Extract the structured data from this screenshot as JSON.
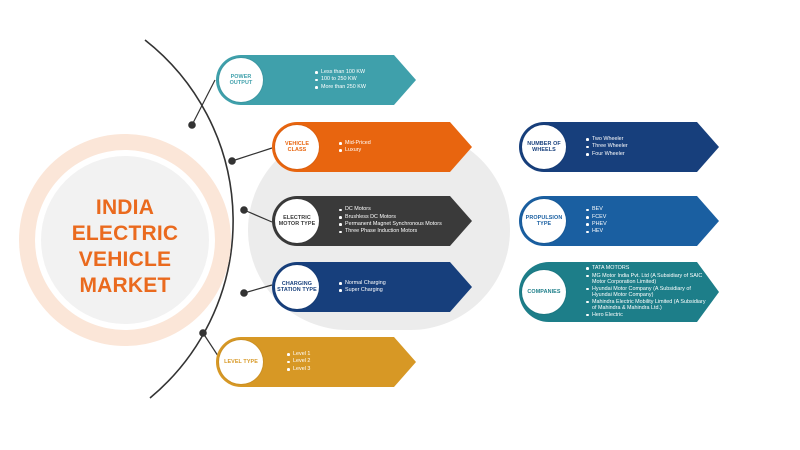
{
  "title": "INDIA ELECTRIC VEHICLE MARKET",
  "colors": {
    "orange": "#e8650f",
    "teal": "#3fa0ab",
    "dark": "#3a3a3a",
    "navy": "#173f7c",
    "gold": "#d79825",
    "blue": "#1a5fa1",
    "title": "#ea6a1e"
  },
  "segments": [
    {
      "key": "power",
      "label": "POWER OUTPUT",
      "color": "#3fa0ab",
      "items": [
        "Less than 100 KW",
        "100 to 250 KW",
        "More than 250 KW"
      ]
    },
    {
      "key": "vehicle",
      "label": "VEHICLE CLASS",
      "color": "#e8650f",
      "items": [
        "Mid-Priced",
        "Luxury"
      ]
    },
    {
      "key": "motor",
      "label": "ELECTRIC MOTOR TYPE",
      "color": "#3a3a3a",
      "items": [
        "DC Motors",
        "Brushless DC Motors",
        "Permanent Magnet Synchronous Motors",
        "Three Phase Induction Motors"
      ]
    },
    {
      "key": "charging",
      "label": "CHARGING STATION TYPE",
      "color": "#173f7c",
      "items": [
        "Normal Charging",
        "Super Charging"
      ]
    },
    {
      "key": "level",
      "label": "LEVEL TYPE",
      "color": "#d79825",
      "items": [
        "Level 1",
        "Level 2",
        "Level 3"
      ]
    },
    {
      "key": "wheels",
      "label": "NUMBER OF WHEELS",
      "color": "#173f7c",
      "items": [
        "Two Wheeler",
        "Three Wheeler",
        "Four Wheeler"
      ]
    },
    {
      "key": "propulsion",
      "label": "PROPULSION TYPE",
      "color": "#1a5fa1",
      "items": [
        "BEV",
        "FCEV",
        "PHEV",
        "HEV"
      ]
    },
    {
      "key": "companies",
      "label": "COMPANIES",
      "color": "#1d7e89",
      "items": [
        "TATA MOTORS",
        "MG Motor India Pvt. Ltd (A Subsidiary of SAIC Motor Corporation Limited)",
        "Hyundai Motor Company (A Subsidiary of Hyundai Motor Company)",
        "Mahindra Electric Mobility Limited (A Subsidiary of Mahindra & Mahindra Ltd.)",
        "Hero Electric"
      ]
    }
  ]
}
